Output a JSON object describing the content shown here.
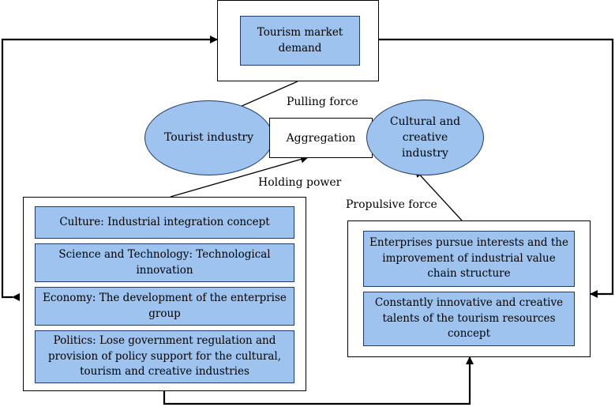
{
  "market_demand": {
    "text": "Tourism market demand"
  },
  "nodes": {
    "tourist_industry": "Tourist industry",
    "aggregation": "Aggregation",
    "cultural_creative": "Cultural and creative industry"
  },
  "forces": {
    "pulling": "Pulling force",
    "holding": "Holding power",
    "propulsive": "Propulsive force"
  },
  "holding_factors": [
    "Culture: Industrial integration concept",
    "Science and Technology: Technological innovation",
    "Economy: The development of the enterprise group",
    "Politics: Lose government regulation and provision of policy support for the cultural, tourism and creative industries"
  ],
  "propulsive_factors": [
    "Enterprises pursue interests and the improvement of industrial value chain structure",
    "Constantly innovative and creative talents of the tourism resources concept"
  ],
  "colors": {
    "fill": "#9dc3ee",
    "border": "#1f3a6e",
    "line": "#000000"
  }
}
